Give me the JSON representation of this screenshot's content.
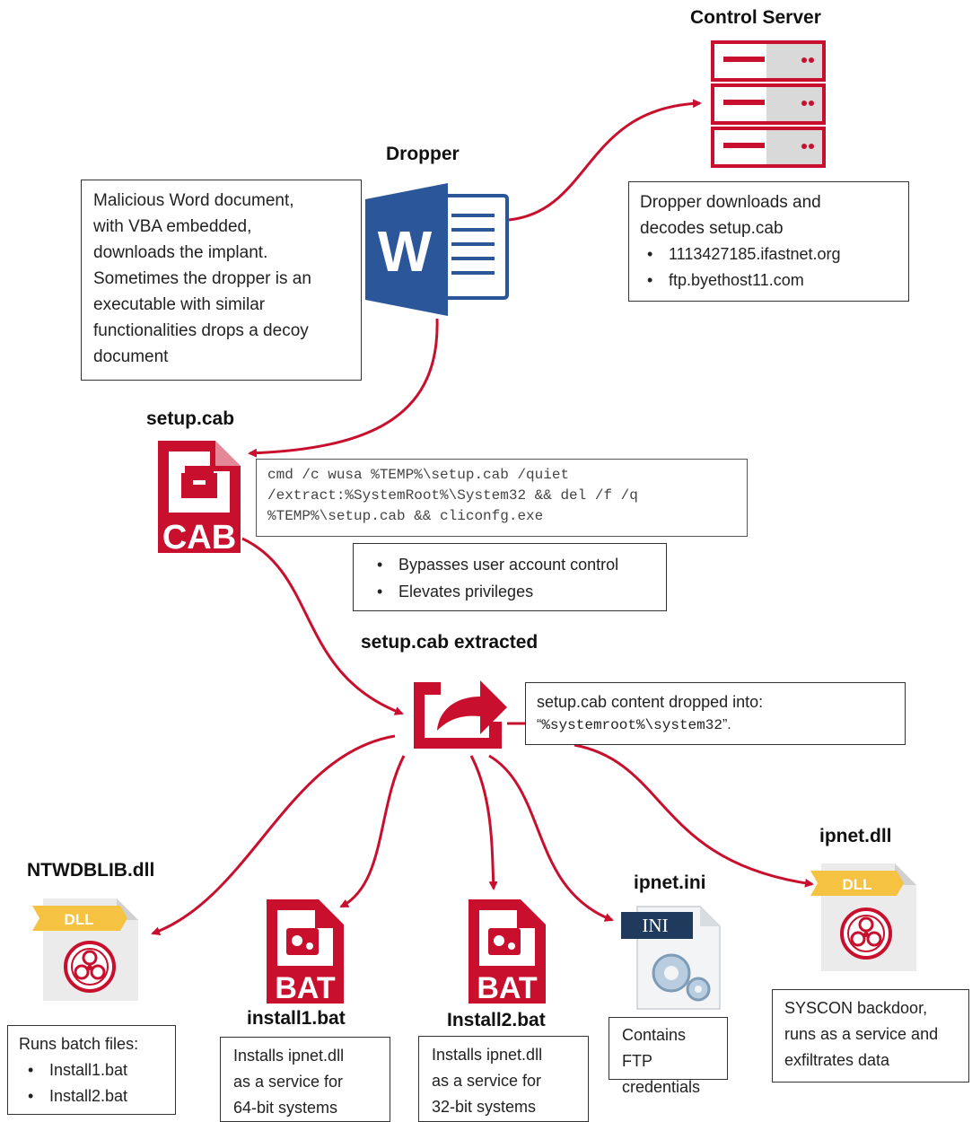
{
  "titles": {
    "control_server": "Control Server",
    "dropper": "Dropper",
    "setup_cab": "setup.cab",
    "setup_cab_extracted": "setup.cab extracted",
    "ntwdblib": "NTWDBLIB.dll",
    "install1": "install1.bat",
    "install2": "Install2.bat",
    "ipnet_ini": "ipnet.ini",
    "ipnet_dll": "ipnet.dll"
  },
  "boxes": {
    "dropper_desc": [
      "Malicious Word document,",
      "with VBA embedded,",
      "downloads the implant.",
      "Sometimes the dropper is an",
      "executable with similar",
      "functionalities drops a decoy",
      "document"
    ],
    "control_desc": {
      "lines": [
        "Dropper downloads and",
        "decodes setup.cab"
      ],
      "items": [
        "1113427185.ifastnet.org",
        "ftp.byethost11.com"
      ]
    },
    "cmd_lines": [
      "cmd /c wusa %TEMP%\\setup.cab /quiet",
      "/extract:%SystemRoot%\\System32 && del /f /q",
      "%TEMP%\\setup.cab && cliconfg.exe"
    ],
    "uac_items": [
      "Bypasses user account control",
      "Elevates privileges"
    ],
    "extracted_desc": {
      "line1": "setup.cab content dropped into:",
      "quote_open": "“",
      "path": "%systemroot%\\system32",
      "quote_close": "”."
    },
    "ntwdblib_desc": {
      "line": "Runs batch files:",
      "items": [
        "Install1.bat",
        "Install2.bat"
      ]
    },
    "install1_desc": [
      "Installs ipnet.dll",
      "as a service for",
      "64-bit systems"
    ],
    "install2_desc": [
      "Installs ipnet.dll",
      "as a service for",
      "32-bit systems"
    ],
    "ipnet_ini_desc": [
      "Contains FTP",
      "credentials"
    ],
    "ipnet_dll_desc": [
      "SYSCON backdoor,",
      "runs as a service and",
      "exfiltrates data"
    ]
  },
  "icons": {
    "word_letter": "W",
    "cab_label": "CAB",
    "bat_label": "BAT",
    "dll_label": "DLL",
    "ini_label": "INI"
  },
  "colors": {
    "red": "#c8102e",
    "word_blue": "#2b579a",
    "dll_gold": "#f5c242",
    "box_border": "#333333"
  }
}
